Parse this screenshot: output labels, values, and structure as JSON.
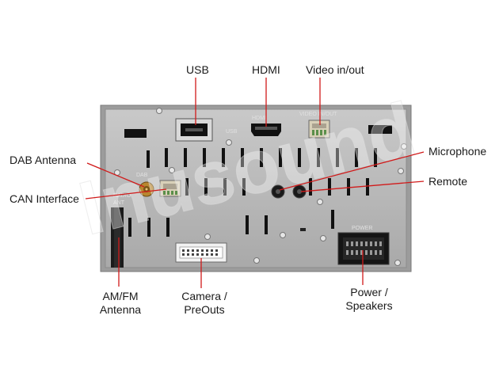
{
  "labels": {
    "usb": "USB",
    "hdmi": "HDMI",
    "video": "Video in/out",
    "dab": "DAB Antenna",
    "can": "CAN Interface",
    "microphone": "Microphone",
    "remote": "Remote",
    "amfm_line1": "AM/FM",
    "amfm_line2": "Antenna",
    "camera_line1": "Camera /",
    "camera_line2": "PreOuts",
    "power_line1": "Power /",
    "power_line2": "Speakers"
  },
  "panel_text": {
    "usb": "USB",
    "hdmi": "HDMI",
    "video": "VIDEO IN/OUT",
    "dab": "DAB",
    "radio_line1": "RADIO",
    "radio_line2": "ANT",
    "power": "POWER"
  },
  "watermark": "Inusound",
  "colors": {
    "leader": "#d11a1a",
    "panel": "#b9b9b9",
    "panel_edge": "#8d8d8d",
    "slot": "#111111"
  }
}
